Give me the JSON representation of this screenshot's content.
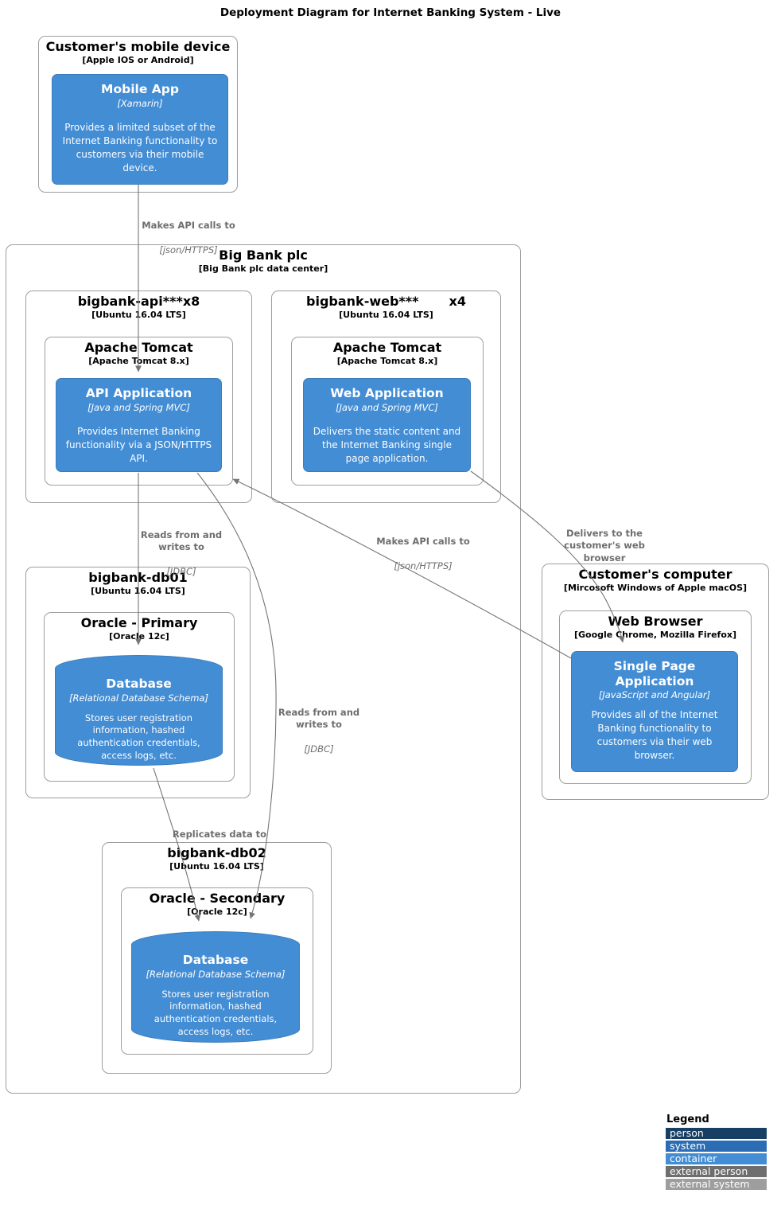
{
  "diagram": {
    "title": "Deployment Diagram for Internet Banking System - Live"
  },
  "nodes": {
    "mobile_device": {
      "title": "Customer's mobile device",
      "type": "[Apple IOS or Android]",
      "container": {
        "title": "Mobile App",
        "tech": "[Xamarin]",
        "description": "Provides a limited subset of the Internet Banking functionality to customers via their mobile device."
      }
    },
    "big_bank": {
      "title": "Big Bank plc",
      "type": "[Big Bank plc data center]"
    },
    "api_server": {
      "title": "bigbank-api***",
      "instances": "x8",
      "type": "[Ubuntu 16.04 LTS]",
      "tomcat": {
        "title": "Apache Tomcat",
        "type": "[Apache Tomcat 8.x]",
        "container": {
          "title": "API Application",
          "tech": "[Java and Spring MVC]",
          "description": "Provides Internet Banking functionality via a JSON/HTTPS API."
        }
      }
    },
    "web_server": {
      "title": "bigbank-web***",
      "instances": "x4",
      "type": "[Ubuntu 16.04 LTS]",
      "tomcat": {
        "title": "Apache Tomcat",
        "type": "[Apache Tomcat 8.x]",
        "container": {
          "title": "Web Application",
          "tech": "[Java and Spring MVC]",
          "description": "Delivers the static content and the Internet Banking single page application."
        }
      }
    },
    "db01": {
      "title": "bigbank-db01",
      "type": "[Ubuntu 16.04 LTS]",
      "oracle": {
        "title": "Oracle - Primary",
        "type": "[Oracle 12c]",
        "database": {
          "title": "Database",
          "tech": "[Relational Database Schema]",
          "description": "Stores user registration information, hashed authentication credentials, access logs, etc."
        }
      }
    },
    "db02": {
      "title": "bigbank-db02",
      "type": "[Ubuntu 16.04 LTS]",
      "oracle": {
        "title": "Oracle - Secondary",
        "type": "[Oracle 12c]",
        "database": {
          "title": "Database",
          "tech": "[Relational Database Schema]",
          "description": "Stores user registration information, hashed authentication credentials, access logs, etc."
        }
      }
    },
    "customer_computer": {
      "title": "Customer's computer",
      "type": "[Mircosoft Windows of Apple macOS]",
      "browser": {
        "title": "Web Browser",
        "type": "[Google Chrome, Mozilla Firefox]",
        "container": {
          "title": "Single Page Application",
          "tech": "[JavaScript and Angular]",
          "description": "Provides all of the Internet Banking functionality to customers via their web browser."
        }
      }
    }
  },
  "edges": {
    "mobile_to_api": {
      "label": "Makes API calls to",
      "tech": "[json/HTTPS]"
    },
    "api_to_db01": {
      "label": "Reads from and\nwrites to",
      "tech": "[JDBC]"
    },
    "spa_to_api": {
      "label": "Makes API calls to",
      "tech": "[json/HTTPS]"
    },
    "web_to_spa": {
      "label": "Delivers to the\ncustomer's web\nbrowser",
      "tech": ""
    },
    "api_to_db02": {
      "label": "Reads from and\nwrites to",
      "tech": "[JDBC]"
    },
    "db01_to_db02": {
      "label": "Replicates data to",
      "tech": ""
    }
  },
  "legend": {
    "title": "Legend",
    "items": [
      {
        "label": "person",
        "color": "#173E63"
      },
      {
        "label": "system",
        "color": "#2A6DB5"
      },
      {
        "label": "container",
        "color": "#438DD5"
      },
      {
        "label": "external person",
        "color": "#6E6E6E"
      },
      {
        "label": "external system",
        "color": "#9E9E9E"
      }
    ]
  },
  "colors": {
    "container_fill": "#438DD5",
    "container_border": "#3B7CBA",
    "node_border": "#9E9E9E",
    "edge_line": "#757575",
    "edge_label_text": "#6E6E6E"
  }
}
